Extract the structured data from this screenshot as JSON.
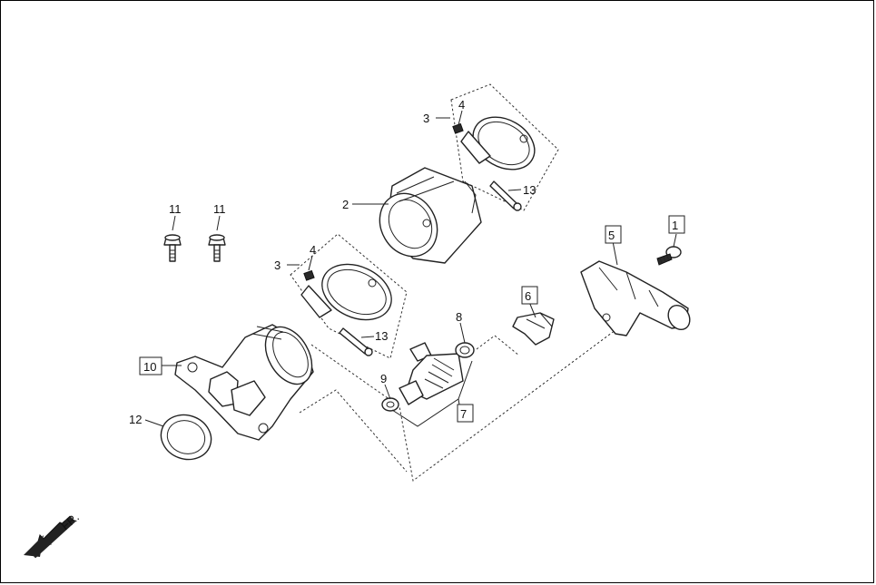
{
  "callouts": [
    {
      "id": "c1",
      "text": "1",
      "boxed": true
    },
    {
      "id": "c2",
      "text": "2",
      "boxed": false
    },
    {
      "id": "c3a",
      "text": "3",
      "boxed": false
    },
    {
      "id": "c3b",
      "text": "3",
      "boxed": false
    },
    {
      "id": "c4a",
      "text": "4",
      "boxed": false
    },
    {
      "id": "c4b",
      "text": "4",
      "boxed": false
    },
    {
      "id": "c5",
      "text": "5",
      "boxed": true
    },
    {
      "id": "c6",
      "text": "6",
      "boxed": true
    },
    {
      "id": "c7",
      "text": "7",
      "boxed": true
    },
    {
      "id": "c8",
      "text": "8",
      "boxed": false
    },
    {
      "id": "c9",
      "text": "9",
      "boxed": false
    },
    {
      "id": "c10",
      "text": "10",
      "boxed": true
    },
    {
      "id": "c11a",
      "text": "11",
      "boxed": false
    },
    {
      "id": "c11b",
      "text": "11",
      "boxed": false
    },
    {
      "id": "c12",
      "text": "12",
      "boxed": false
    },
    {
      "id": "c13a",
      "text": "13",
      "boxed": false
    },
    {
      "id": "c13b",
      "text": "13",
      "boxed": false
    }
  ],
  "direction_label": "FR."
}
